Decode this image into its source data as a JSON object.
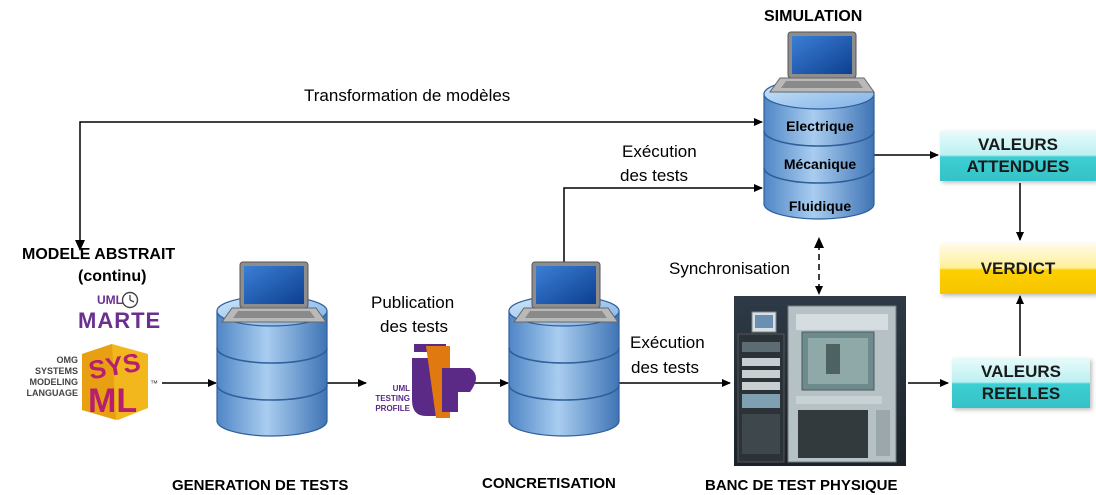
{
  "labels": {
    "simulation": "SIMULATION",
    "transformation": "Transformation de modèles",
    "execution_top_1": "Exécution",
    "execution_top_2": "des tests",
    "layer_electrique": "Electrique",
    "layer_mecanique": "Mécanique",
    "layer_fluidique": "Fluidique",
    "modele_1": "MODELE ABSTRAIT",
    "modele_2": "(continu)",
    "publication_1": "Publication",
    "publication_2": "des tests",
    "synchronisation": "Synchronisation",
    "execution_bottom_1": "Exécution",
    "execution_bottom_2": "des tests",
    "generation": "GENERATION DE TESTS",
    "concretisation": "CONCRETISATION",
    "banc": "BANC DE TEST PHYSIQUE"
  },
  "logos": {
    "uml_marte_1": "UML",
    "uml_marte_2": "MARTE",
    "sysml_lines": [
      "OMG",
      "SYSTEMS",
      "MODELING",
      "LANGUAGE"
    ],
    "sysml_mark": "SYS ML",
    "utp_lines": [
      "UML",
      "TESTING",
      "PROFILE"
    ],
    "utp_mark": "UTP"
  },
  "outputs": {
    "attendues_1": "VALEURS",
    "attendues_2": "ATTENDUES",
    "verdict": "VERDICT",
    "reelles_1": "VALEURS",
    "reelles_2": "REELLES"
  },
  "colors": {
    "db_blue": "#5b9bd5",
    "teal": "#3ccfd3",
    "gold": "#ffd000",
    "marte": "#6b2f8f",
    "utp_purple": "#5a2a86",
    "utp_orange": "#e07a10"
  },
  "icons": {
    "database": "database-stack-icon",
    "laptop": "laptop-icon",
    "clock": "clock-icon",
    "photo": "test-bench-photo"
  }
}
